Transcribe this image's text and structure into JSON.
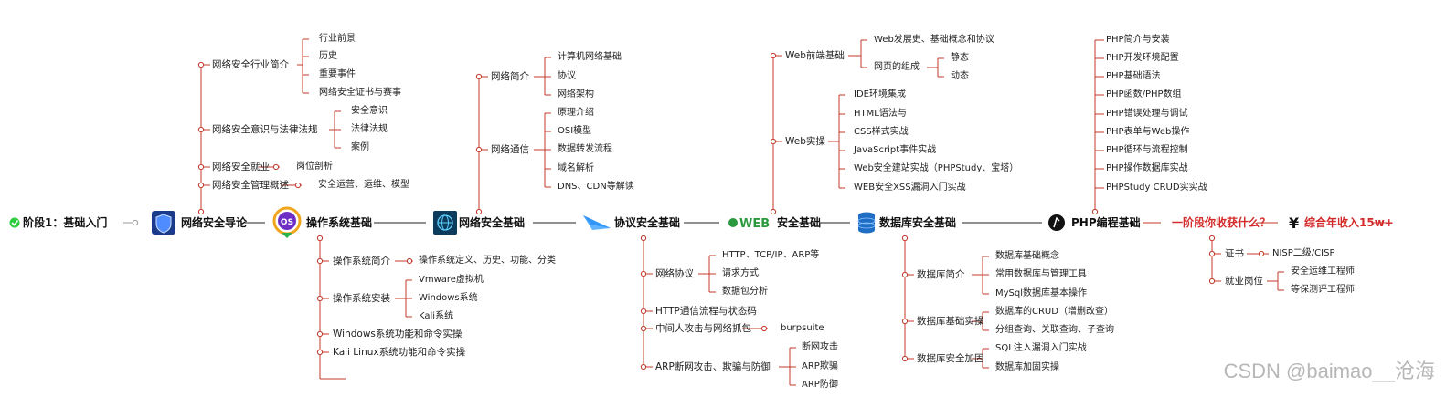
{
  "root": {
    "label": "阶段1：基础入门"
  },
  "main_nodes": [
    {
      "id": "m1",
      "label": "网络安全导论",
      "icon": "shield-icon"
    },
    {
      "id": "m2",
      "label": "操作系统基础",
      "icon": "os-badge-icon",
      "badge_text": "OS"
    },
    {
      "id": "m3",
      "label": "网络安全基础",
      "icon": "globe-network-icon"
    },
    {
      "id": "m4",
      "label": "协议安全基础",
      "icon": "arrow-icon"
    },
    {
      "id": "m5",
      "label": "安全基础",
      "icon": "web-logo-icon",
      "badge_text": "WEB"
    },
    {
      "id": "m6",
      "label": "数据库安全基础",
      "icon": "database-icon"
    },
    {
      "id": "m7",
      "label": "PHP编程基础",
      "icon": "php-logo-icon"
    },
    {
      "id": "m8",
      "label": "一阶段你收获什么？",
      "icon": ""
    },
    {
      "id": "m9",
      "label": "综合年收入15w+",
      "icon": "yen-icon"
    }
  ],
  "branches": {
    "m1": [
      {
        "label": "网络安全行业简介",
        "children": [
          "行业前景",
          "历史",
          "重要事件",
          "网络安全证书与赛事"
        ]
      },
      {
        "label": "网络安全意识与法律法规",
        "children": [
          "安全意识",
          "法律法规",
          "案例"
        ]
      },
      {
        "label": "网络安全就业",
        "children": [
          "岗位剖析"
        ]
      },
      {
        "label": "网络安全管理概述",
        "children": [
          "安全运营、运维、模型"
        ]
      }
    ],
    "m2": [
      {
        "label": "操作系统简介",
        "children": [
          "操作系统定义、历史、功能、分类"
        ]
      },
      {
        "label": "操作系统安装",
        "children": [
          "Vmware虚拟机",
          "Windows系统",
          "Kali系统"
        ]
      },
      {
        "label": "Windows系统功能和命令实操",
        "children": []
      },
      {
        "label": "Kali Linux系统功能和命令实操",
        "children": []
      }
    ],
    "m3": [
      {
        "label": "网络简介",
        "children": [
          "计算机网络基础",
          "协议",
          "网络架构"
        ]
      },
      {
        "label": "网络通信",
        "children": [
          "原理介绍",
          "OSI模型",
          "数据转发流程",
          "域名解析",
          "DNS、CDN等解读"
        ]
      }
    ],
    "m4": [
      {
        "label": "网络协议",
        "children": [
          "HTTP、TCP/IP、ARP等",
          "请求方式",
          "数据包分析"
        ]
      },
      {
        "label": "HTTP通信流程与状态码",
        "children": []
      },
      {
        "label": "中间人攻击与网络抓包",
        "children": [
          "burpsuite"
        ]
      },
      {
        "label": "ARP断网攻击、欺骗与防御",
        "children": [
          "断网攻击",
          "ARP欺骗",
          "ARP防御"
        ]
      }
    ],
    "m5": [
      {
        "label": "Web前端基础",
        "children": [
          "Web发展史、基础概念和协议",
          "网页的组成"
        ],
        "grand": [
          "静态",
          "动态"
        ]
      },
      {
        "label": "Web实操",
        "children": [
          "IDE环境集成",
          "HTML语法与",
          "CSS样式实战",
          "JavaScript事件实战",
          "Web安全建站实战（PHPStudy、宝塔）",
          "WEB安全XSS漏洞入门实战"
        ]
      }
    ],
    "m6": [
      {
        "label": "数据库简介",
        "children": [
          "数据库基础概念",
          "常用数据库与管理工具",
          "MySql数据库基本操作"
        ]
      },
      {
        "label": "数据库基础实操",
        "children": [
          "数据库的CRUD（增删改查）",
          "分组查询、关联查询、子查询"
        ]
      },
      {
        "label": "数据库安全加固",
        "children": [
          "SQL注入漏洞入门实战",
          "数据库加固实操"
        ]
      }
    ],
    "m7": [
      "PHP简介与安装",
      "PHP开发环境配置",
      "PHP基础语法",
      "PHP函数/PHP数组",
      "PHP错误处理与调试",
      "PHP表单与Web操作",
      "PHP循环与流程控制",
      "PHP操作数据库实战",
      "PHPStudy CRUD实实战"
    ],
    "m8": [
      {
        "label": "证书",
        "children": [
          "NISP二级/CISP"
        ]
      },
      {
        "label": "就业岗位",
        "children": [
          "安全运维工程师",
          "等保测评工程师"
        ]
      }
    ]
  },
  "watermark": "CSDN @baimao__沧海",
  "colors": {
    "line": "#c0392b",
    "dot": "#c0392b",
    "root_check": "#2ecc40",
    "dark_line": "#222222",
    "red_text": "#d42a2a"
  }
}
